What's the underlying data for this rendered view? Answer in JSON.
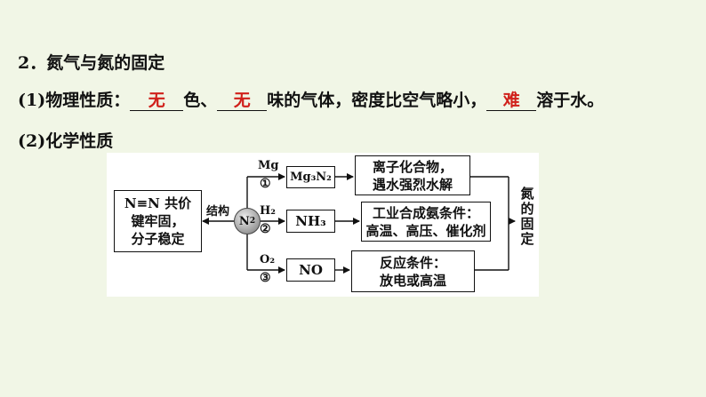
{
  "heading": {
    "number": "2．",
    "title": "氮气与氮的固定"
  },
  "physical": {
    "label": "(1)物理性质：",
    "blank1": "无",
    "text1": "色、",
    "blank2": "无",
    "text2": "味的气体，密度比空气略小，",
    "blank3": "难",
    "text3": "溶于水。"
  },
  "chemical": {
    "label": "(2)化学性质"
  },
  "diagram": {
    "structure_box": [
      "N≡N 共价",
      "键牢固，",
      "分子稳定"
    ],
    "structure_label": "结构",
    "center": {
      "symbol": "N",
      "subscript": "2"
    },
    "branches": [
      {
        "reagent": "Mg",
        "number": "①",
        "product": "Mg₃N₂",
        "note": [
          "离子化合物，",
          "遇水强烈水解"
        ]
      },
      {
        "reagent": "H₂",
        "number": "②",
        "product": "NH₃",
        "note": [
          "工业合成氨条件：",
          "高温、高压、催化剂"
        ]
      },
      {
        "reagent": "O₂",
        "number": "③",
        "product": "NO",
        "note": [
          "反应条件：",
          "放电或高温"
        ]
      }
    ],
    "fixation_label": "氮的固定"
  }
}
